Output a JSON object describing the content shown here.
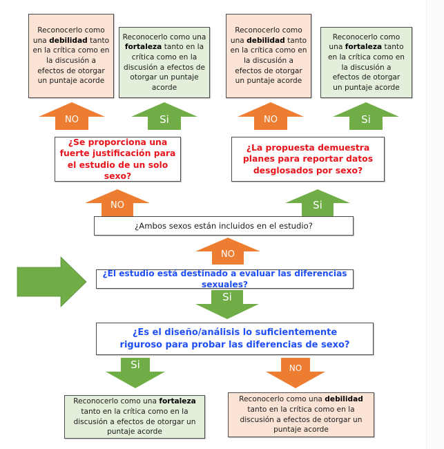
{
  "colors": {
    "orange": "#ed7d31",
    "green": "#70ad47",
    "pink_fill": "#fbe4d6",
    "green_fill": "#e3efda",
    "red_text": "#e8131b",
    "blue_text": "#1f4ff5"
  },
  "outcomes": {
    "weakness": {
      "prefix": "Reconocerlo como una ",
      "bold": "debilidad",
      "suffix": " tanto en la crítica como en la discusión a efectos de otorgar un puntaje acorde"
    },
    "strength": {
      "prefix": "Reconocerlo como una ",
      "bold": "fortaleza",
      "suffix": " tanto en la crítica como en la discusión a efectos de otorgar un puntaje acorde"
    }
  },
  "labels": {
    "no": "NO",
    "si": "Si"
  },
  "questions": {
    "single_sex": "¿Se proporciona una fuerte justificación para el estudio de un solo sexo?",
    "disaggregated": "¿La propuesta demuestra planes para reportar datos desglosados por sexo?",
    "both_sexes": "¿Ambos sexos están incluidos en el estudio?",
    "evaluate_differences": "¿El estudio está destinado a evaluar las diferencias sexuales?",
    "rigorous": "¿Es el diseño/análisis lo suficientemente riguroso para probar las diferencias de sexo?"
  }
}
